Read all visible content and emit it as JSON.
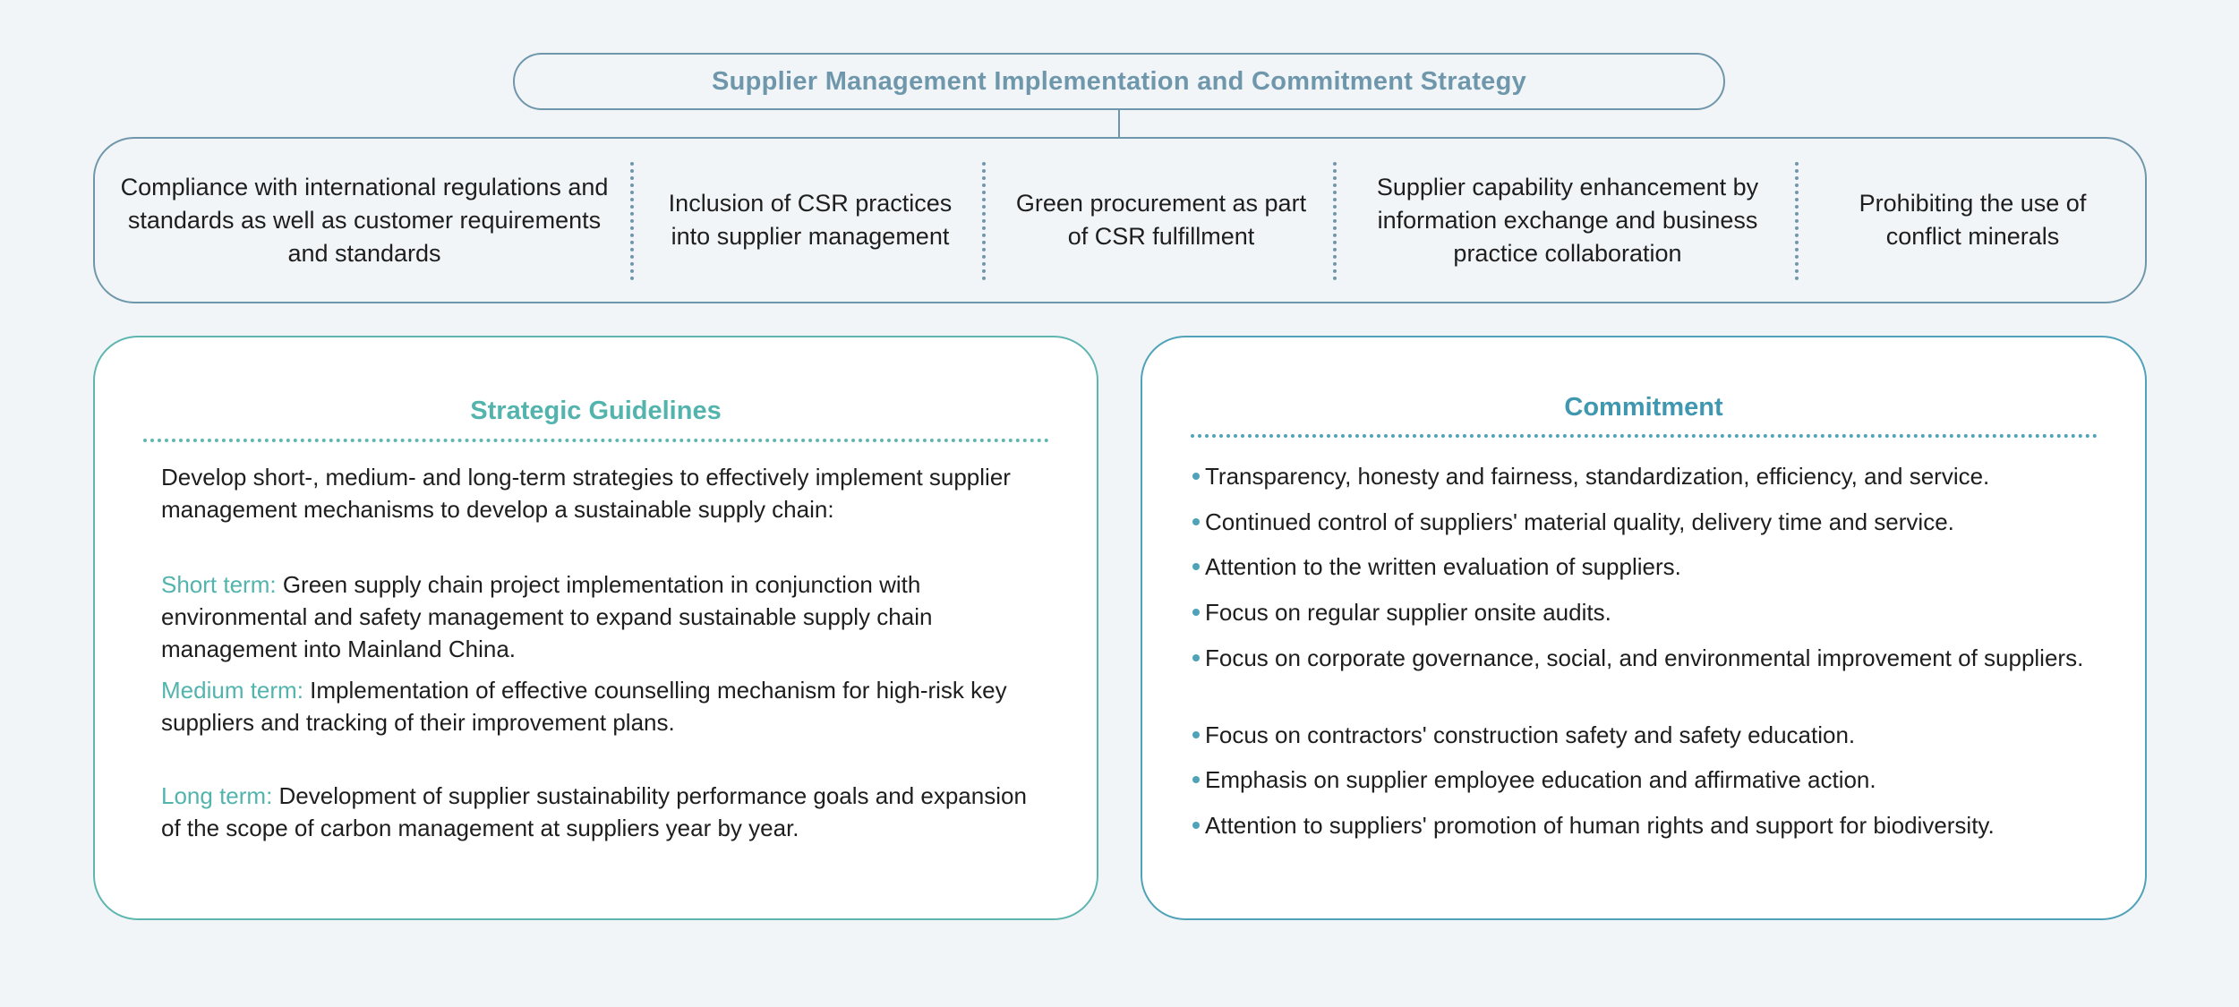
{
  "title": "Supplier Management Implementation and Commitment Strategy",
  "principles": [
    "Compliance with international regulations and standards as well as customer requirements and standards",
    "Inclusion of CSR practices into supplier management",
    "Green procurement as part of CSR fulfillment",
    "Supplier capability enhancement by information exchange and business practice collaboration",
    "Prohibiting the use of conflict minerals"
  ],
  "guidelines": {
    "title": "Strategic Guidelines",
    "intro": "Develop short-, medium- and long-term strategies to effectively implement supplier management mechanisms to develop a sustainable supply chain:",
    "terms": [
      {
        "label": "Short term:",
        "text": "Green supply chain project implementation in conjunction with environmental and safety management to expand sustainable supply chain management into Mainland China."
      },
      {
        "label": "Medium term:",
        "text": "Implementation of effective counselling mechanism for high-risk key suppliers and tracking of their improvement plans."
      },
      {
        "label": "Long term:",
        "text": "Development of supplier sustainability performance goals and expansion of the scope of carbon management at suppliers year by year."
      }
    ]
  },
  "commitment": {
    "title": "Commitment",
    "items": [
      "Transparency, honesty and fairness, standardization, efficiency, and service.",
      "Continued control of suppliers' material quality, delivery time and service.",
      "Attention to the written evaluation of suppliers.",
      "Focus on regular supplier onsite audits.",
      "Focus on corporate governance, social, and environmental improvement of suppliers.",
      "Focus on contractors' construction safety and safety education.",
      "Emphasis on supplier employee education and affirmative action.",
      "Attention to suppliers' promotion of human rights and support for biodiversity."
    ]
  },
  "colors": {
    "frame": "#6f97ab",
    "guidelines_accent": "#52b4ad",
    "commitment_accent": "#3f97b0",
    "background": "#f2f5f8"
  }
}
